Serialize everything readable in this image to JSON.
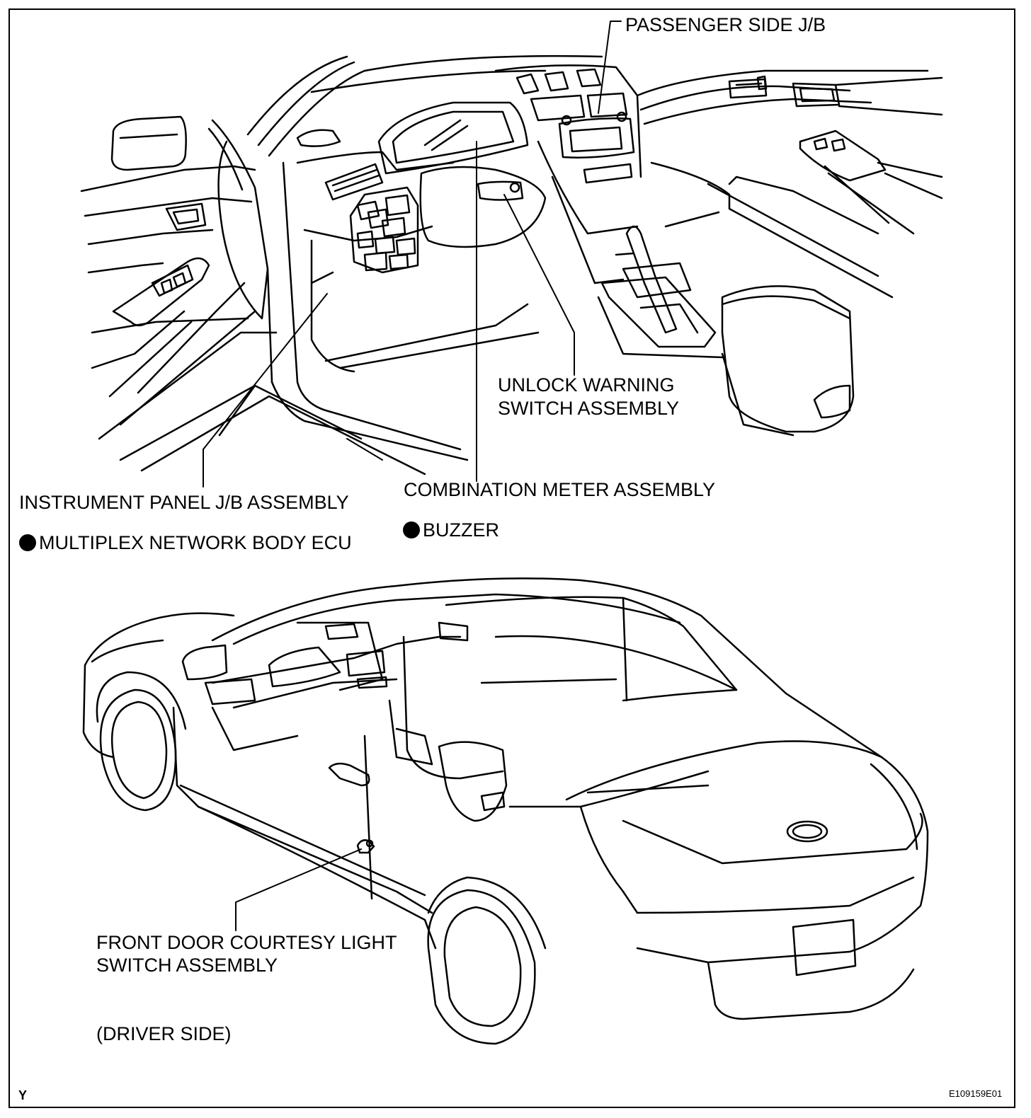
{
  "labels": {
    "passenger_side_jb": "PASSENGER SIDE J/B",
    "unlock_warning_line1": "UNLOCK WARNING",
    "unlock_warning_line2": "SWITCH ASSEMBLY",
    "combination_meter": "COMBINATION METER ASSEMBLY",
    "instrument_panel_jb": "INSTRUMENT PANEL J/B ASSEMBLY",
    "multiplex_ecu": "MULTIPLEX NETWORK BODY ECU",
    "buzzer": "BUZZER",
    "courtesy_switch_line1": "FRONT DOOR COURTESY LIGHT",
    "courtesy_switch_line2": "SWITCH ASSEMBLY",
    "driver_side": "(DRIVER SIDE)"
  },
  "corner_mark": "Y",
  "figure_code": "E109159E01",
  "colors": {
    "ink": "#000000",
    "paper": "#ffffff"
  }
}
